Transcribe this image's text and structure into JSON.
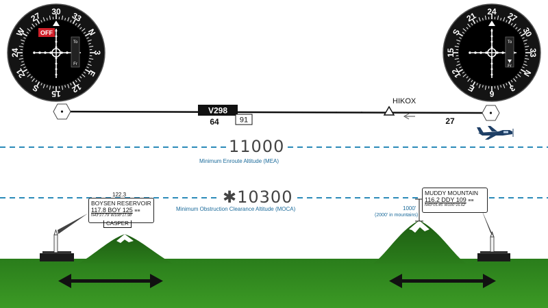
{
  "airway": {
    "name": "V298",
    "left_mileage": "64",
    "total_mileage": "91",
    "right_mileage": "27",
    "fix_name": "HIKOX"
  },
  "mea": {
    "value": "11000",
    "caption": "Minimum  Enroute Altitude (MEA)"
  },
  "moca": {
    "value": "✱10300",
    "caption": "Minimum  Obstruction Clearance  Altitude (MOCA)"
  },
  "clearance": {
    "value": "1000'",
    "note": "(2000' in mountains)"
  },
  "left_vor": {
    "frequency_above": "122.3",
    "name": "BOYSEN RESERVOIR",
    "freq_line": "117.8 BOY 125",
    "coords": "N43°27.79' W108°17.98'",
    "fss": "CASPER"
  },
  "right_vor": {
    "name": "MUDDY MOUNTAIN",
    "freq_line": "116.2 DDY 109",
    "coords": "N43°05.45' W106°16.62'"
  },
  "left_instrument": {
    "flag": "OFF",
    "to_label": "To",
    "fr_label": "Fr",
    "compass_labels": [
      "30",
      "33",
      "N",
      "3",
      "E",
      "12",
      "15",
      "S",
      "21",
      "24",
      "W",
      "27"
    ]
  },
  "right_instrument": {
    "to_label": "To",
    "fr_label": "Fr",
    "compass_labels": [
      "24",
      "27",
      "30",
      "33",
      "N",
      "3",
      "6",
      "E",
      "12",
      "15",
      "S",
      "21"
    ]
  },
  "colors": {
    "ground": "#2d8a1e",
    "ground_dark": "#1f6b14",
    "dashed_line": "#2a8ab8",
    "off_flag": "#d0202a",
    "aircraft": "#1e3f66"
  }
}
